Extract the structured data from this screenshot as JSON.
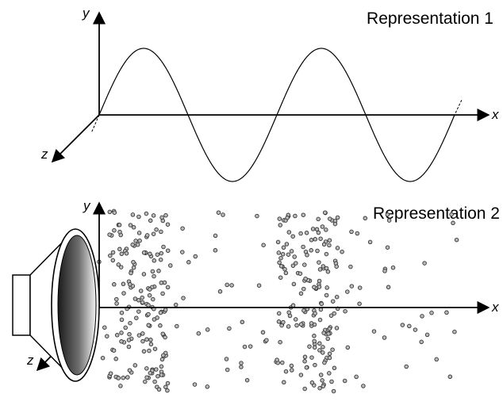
{
  "representation_1": {
    "title": "Representation 1",
    "axis_labels": {
      "x": "x",
      "y": "y",
      "z": "z"
    },
    "wave_periods_shown": 2.0
  },
  "representation_2": {
    "title": "Representation 2",
    "axis_labels": {
      "x": "x",
      "y": "y",
      "z": "z"
    },
    "compression_bands": 2,
    "source": "speaker-icon"
  },
  "colors": {
    "ink": "#000000",
    "particle_fill": "#b9b9b9",
    "particle_stroke": "#333333"
  }
}
